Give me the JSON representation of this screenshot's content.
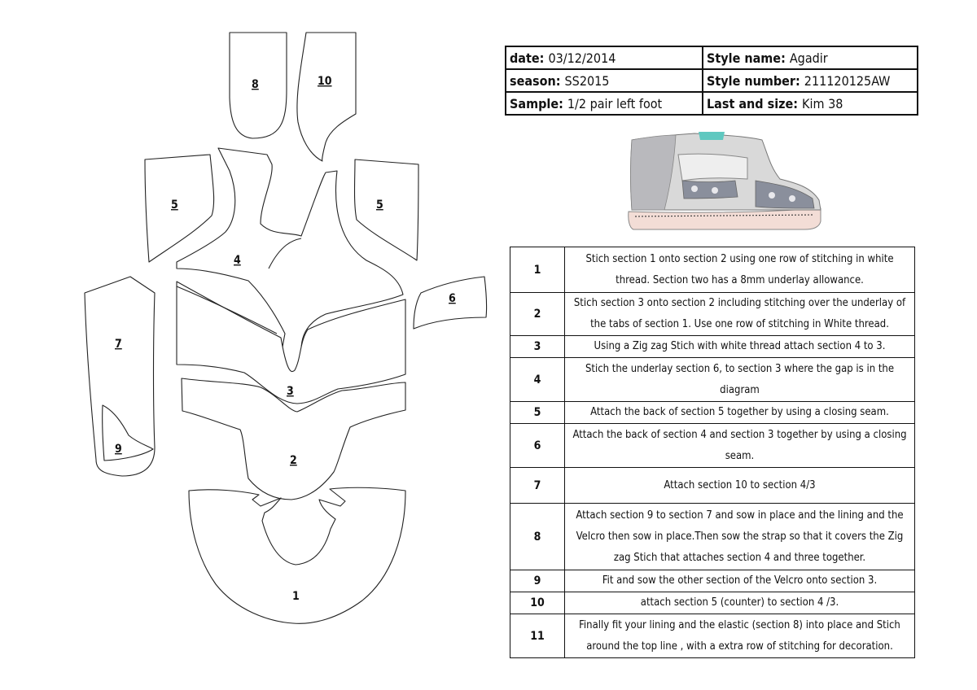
{
  "pieces": [
    {
      "id": "p8",
      "label": "8"
    },
    {
      "id": "p10",
      "label": "10"
    },
    {
      "id": "p5a",
      "label": "5"
    },
    {
      "id": "p4",
      "label": "4"
    },
    {
      "id": "p5b",
      "label": "5"
    },
    {
      "id": "p6",
      "label": "6"
    },
    {
      "id": "p7",
      "label": "7"
    },
    {
      "id": "p9",
      "label": "9"
    },
    {
      "id": "p3",
      "label": "3"
    },
    {
      "id": "p2",
      "label": "2"
    },
    {
      "id": "p1",
      "label": "1"
    }
  ],
  "spec": {
    "date_key": "date",
    "date_val": "03/12/2014",
    "style_name_key": "Style name",
    "style_name_val": "Agadir",
    "season_key": "season",
    "season_val": "SS2015",
    "style_number_key": "Style number",
    "style_number_val": "211120125AW",
    "sample_key": "Sample",
    "sample_val": "1/2 pair left foot",
    "last_key": "Last and size",
    "last_val": "Kim 38"
  },
  "steps": [
    {
      "num": "1",
      "text": "Stich section 1 onto section 2 using one row of stitching in white thread. Section two has a 8mm underlay allowance."
    },
    {
      "num": "2",
      "text": "Stich section 3 onto section 2 including stitching over the underlay of the tabs of section 1. Use one row of stitching in White thread."
    },
    {
      "num": "3",
      "text": "Using a Zig zag Stich with white thread attach section 4 to 3."
    },
    {
      "num": "4",
      "text": "Stich the underlay section 6, to section 3 where the gap is in the diagram"
    },
    {
      "num": "5",
      "text": "Attach the back of section 5 together by using a closing seam."
    },
    {
      "num": "6",
      "text": "Attach the back of section 4 and section 3 together by using a closing seam."
    },
    {
      "num": "7",
      "text": "Attach section 10 to section 4/3"
    },
    {
      "num": "8",
      "text": "Attach section 9 to section 7 and sow in place and the lining and the Velcro then sow in place.Then sow the strap so that it covers the Zig zag Stich that attaches section 4 and three together."
    },
    {
      "num": "9",
      "text": "Fit and sow the other section of the Velcro onto section 3."
    },
    {
      "num": "10",
      "text": "attach section 5 (counter) to section 4 /3."
    },
    {
      "num": "11",
      "text": "Finally fit your lining and the elastic (section 8) into place and Stich around the top line , with a extra row of stitching for decoration."
    }
  ]
}
